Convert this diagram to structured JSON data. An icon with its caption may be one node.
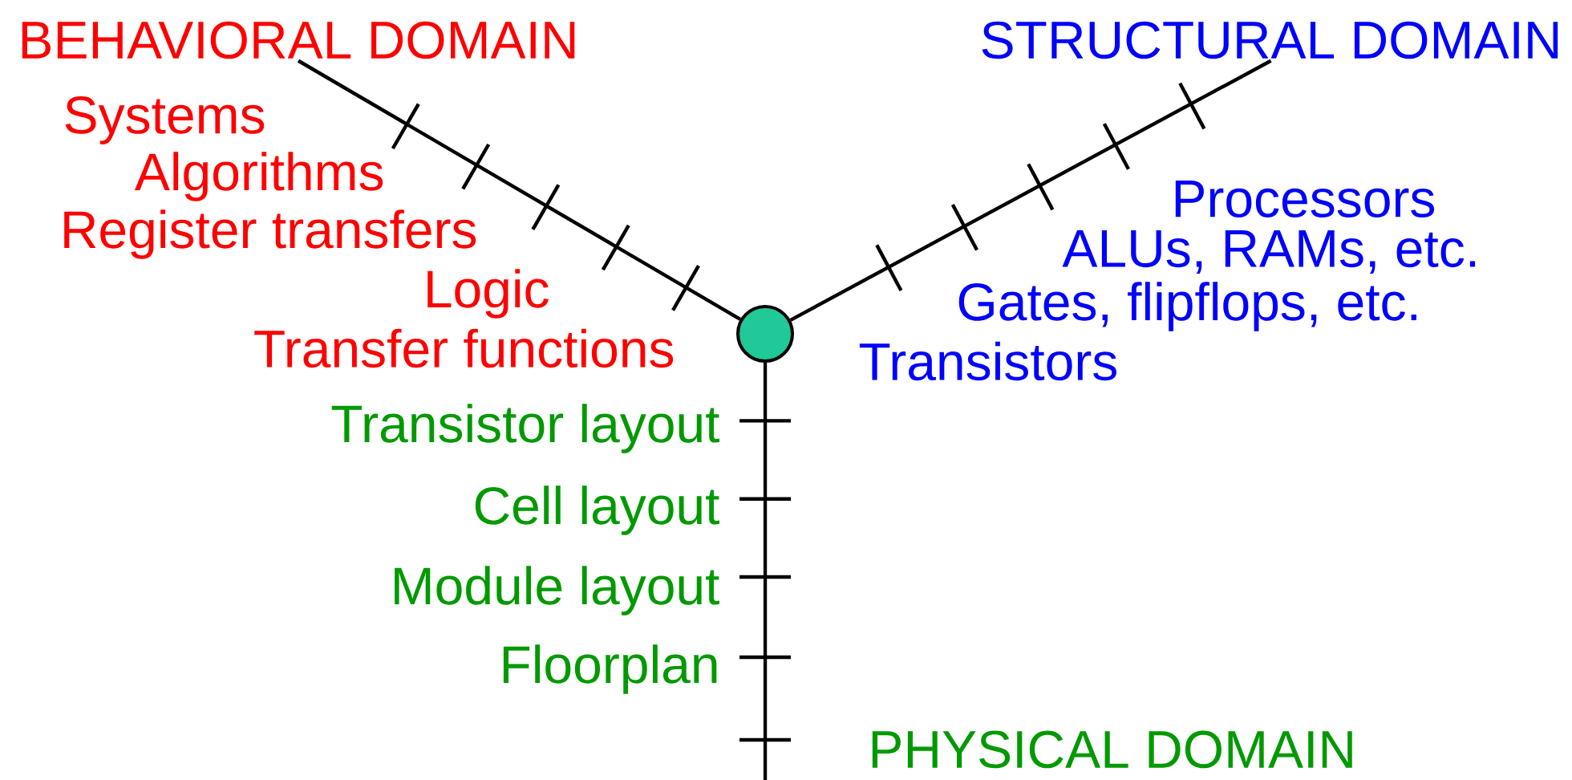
{
  "diagram": {
    "nodes": [
      {
        "text": [],
        "shape": "circle"
      },
      {
        "text": [
          "BEHAVIORAL DOMAIN"
        ]
      },
      {
        "text": [
          "STRUCTURAL DOMAIN"
        ]
      },
      {
        "text": [
          "PHYSICAL DOMAIN"
        ]
      }
    ],
    "edges": [
      {
        "from": 0,
        "to": 1,
        "arrow": "none"
      },
      {
        "from": 0,
        "to": 2,
        "arrow": "none"
      },
      {
        "from": 0,
        "to": 3,
        "arrow": "none"
      }
    ],
    "labels": [
      "Systems",
      "Algorithms",
      "Processors",
      "Register transfers",
      "ALUs, RAMs, etc.",
      "Logic",
      "Gates, flipflops, etc.",
      "Transfer functions",
      "Transistors",
      "Transistor layout",
      "Cell layout",
      "Module layout",
      "Floorplan"
    ]
  }
}
